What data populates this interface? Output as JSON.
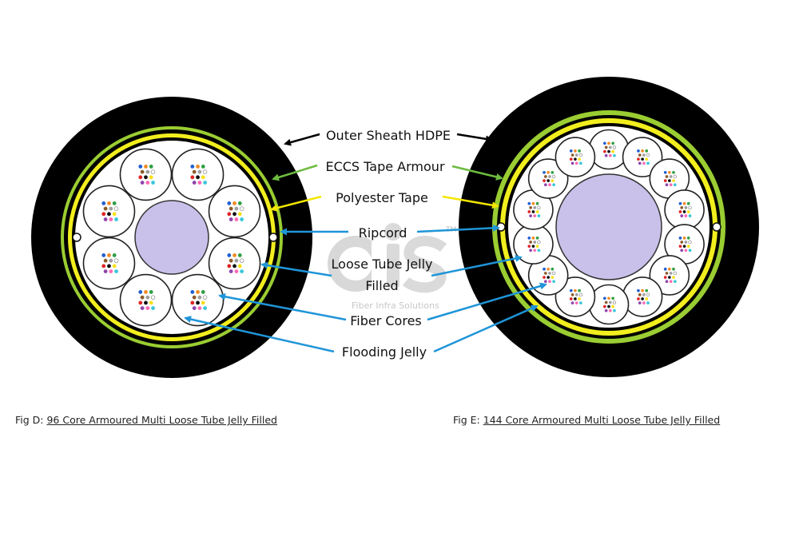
{
  "labels": {
    "outer_sheath": "Outer Sheath HDPE",
    "armour": "ECCS Tape Armour",
    "polyester": "Polyester Tape",
    "ripcord": "Ripcord",
    "loose_tube_1": "Loose Tube Jelly",
    "loose_tube_2": "Filled",
    "fiber_cores": "Fiber Cores",
    "flooding": "Flooding Jelly"
  },
  "watermark": {
    "logo_text": "CiS",
    "tm": "TM",
    "tagline": "Fiber Infra Solutions"
  },
  "captions": {
    "fig_d_prefix": "Fig D: ",
    "fig_d_title": "96 Core Armoured Multi Loose Tube Jelly Filled",
    "fig_e_prefix": "Fig E: ",
    "fig_e_title": "144 Core Armoured Multi Loose Tube Jelly Filled"
  },
  "colors": {
    "sheath": "#000000",
    "armour": "#9ACD32",
    "polyester": "#F2EE1E",
    "core": "#C9C1EA",
    "jelly": "#FFFFFF",
    "arrow_black": "#000000",
    "arrow_green": "#6DBB3F",
    "arrow_yellow": "#F2E600",
    "arrow_blue": "#1F95D8"
  }
}
